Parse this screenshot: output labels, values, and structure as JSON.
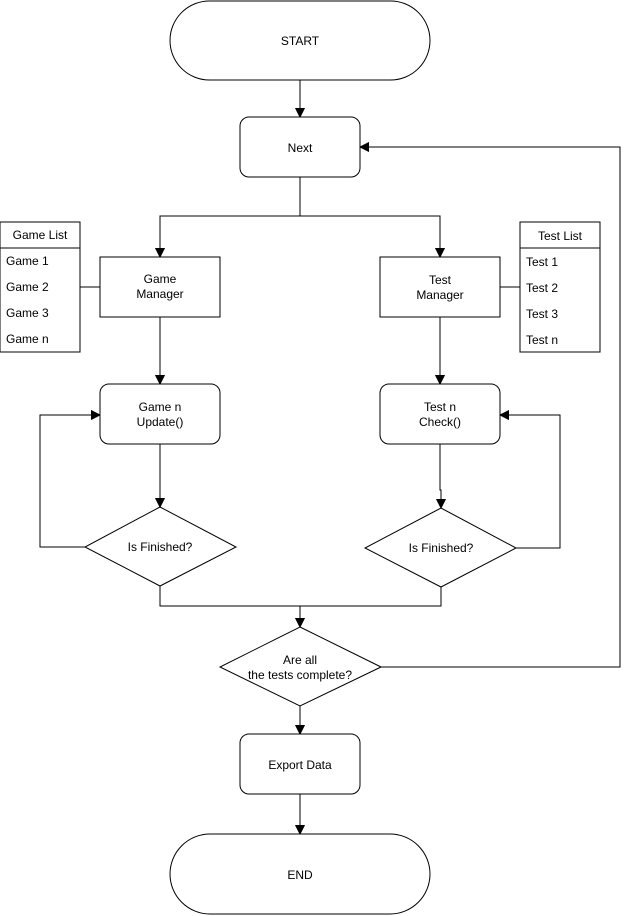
{
  "nodes": {
    "start": "START",
    "next": "Next",
    "game_manager": [
      "Game",
      "Manager"
    ],
    "test_manager": [
      "Test",
      "Manager"
    ],
    "game_update": [
      "Game n",
      "Update()"
    ],
    "test_check": [
      "Test n",
      "Check()"
    ],
    "game_finished": "Is Finished?",
    "test_finished": "Is Finished?",
    "all_complete": [
      "Are all",
      "the tests complete?"
    ],
    "export": "Export Data",
    "end": "END"
  },
  "game_list": {
    "title": "Game List",
    "items": [
      "Game 1",
      "Game 2",
      "Game 3",
      "Game n"
    ]
  },
  "test_list": {
    "title": "Test List",
    "items": [
      "Test 1",
      "Test 2",
      "Test 3",
      "Test n"
    ]
  }
}
